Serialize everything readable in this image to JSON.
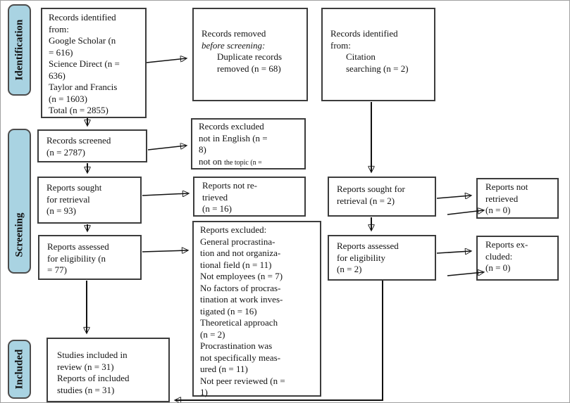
{
  "sidebar": {
    "labels": [
      {
        "id": "identification",
        "text": "Identification"
      },
      {
        "id": "screening",
        "text": "Screening"
      },
      {
        "id": "included",
        "text": "Included"
      }
    ]
  },
  "boxes": {
    "records_identified_databases": {
      "lines": [
        "Records identified",
        "from:",
        "Google Scholar (n",
        "= 616)",
        "Science Direct (n =",
        "636)",
        "Taylor and Francis",
        "(n = 1603)",
        "Total (n = 2855)"
      ]
    },
    "records_removed": {
      "lines": [
        "Records removed",
        {
          "t": "before screening:",
          "cls": "it"
        },
        {
          "t": "Duplicate records",
          "cls": "ind"
        },
        {
          "t": "removed (n = 68)",
          "cls": "ind"
        }
      ]
    },
    "records_identified_citation": {
      "lines": [
        "Records identified",
        "from:",
        {
          "t": "Citation",
          "cls": "ind"
        },
        {
          "t": "searching (n = 2)",
          "cls": "ind"
        }
      ]
    },
    "records_screened": {
      "lines": [
        "Records screened",
        "(n = 2787)"
      ]
    },
    "records_excluded": {
      "lines": [
        "Records excluded",
        "not in English (n =",
        "8)"
      ],
      "tail_normal": "not on ",
      "tail_small": "the topic (n ="
    },
    "reports_sought_main": {
      "lines": [
        "Reports sought",
        "for retrieval",
        "(n = 93)"
      ]
    },
    "reports_not_retrieved_main": {
      "lines": [
        "Reports not re-",
        "trieved",
        "(n = 16)"
      ]
    },
    "reports_assessed_main": {
      "lines": [
        "Reports assessed",
        "for eligibility (n",
        "= 77)"
      ]
    },
    "reports_excluded_reasons": {
      "lines": [
        "Reports excluded:",
        "General procrastina-",
        "tion and not organiza-",
        "tional field (n = 11)",
        "Not employees (n = 7)",
        "No factors of procras-",
        "tination at work inves-",
        "tigated (n = 16)",
        "Theoretical approach",
        "(n = 2)",
        "Procrastination was",
        "not specifically meas-",
        "ured (n = 11)",
        "Not peer reviewed (n =",
        "1)"
      ]
    },
    "reports_sought_citation": {
      "lines": [
        "Reports sought for",
        "retrieval (n = 2)"
      ]
    },
    "reports_not_retrieved_citation": {
      "lines": [
        "Reports not",
        "retrieved",
        "(n = 0)"
      ]
    },
    "reports_assessed_citation": {
      "lines": [
        "Reports assessed",
        "for eligibility",
        "(n = 2)"
      ]
    },
    "reports_excluded_citation": {
      "lines": [
        "Reports ex-",
        "cluded:",
        "(n = 0)"
      ]
    },
    "studies_included": {
      "lines": [
        "Studies included in",
        "review (n = 31)",
        "Reports of included",
        "studies (n = 31)"
      ]
    }
  },
  "colors": {
    "sidebar_fill": "#A9D3E2",
    "sidebar_border": "#4C4C4C",
    "box_border": "#3C3C3C",
    "arrow": "#111111",
    "background": "#FFFFFF"
  }
}
